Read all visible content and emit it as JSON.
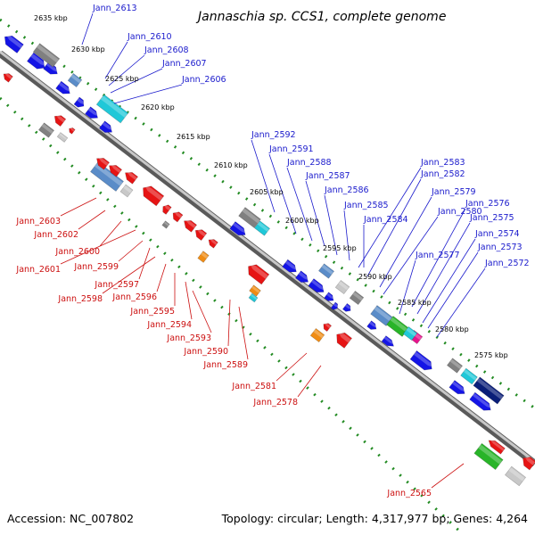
{
  "title": "Jannaschia sp. CCS1, complete genome",
  "footer": {
    "accession": "Accession: NC_007802",
    "stats": "Topology: circular; Length: 4,317,977 bp; Genes: 4,264"
  },
  "colors": {
    "forward_label": "#1a1acc",
    "reverse_label": "#cc1010",
    "backbone": "#8c8c8c",
    "ruler": "#228b22",
    "gene_blue": "#1414e6",
    "gene_red": "#e61414",
    "gene_steel": "#5a8cc8",
    "gene_cyan": "#20c8d8",
    "gene_gray": "#808080",
    "gene_green": "#28b428",
    "gene_orange": "#f08c14",
    "gene_magenta": "#e6148c",
    "gene_navy": "#0a1e78",
    "gene_lightgray": "#c8c8c8"
  },
  "scale_labels": [
    "2635 kbp",
    "2630 kbp",
    "2625 kbp",
    "2620 kbp",
    "2615 kbp",
    "2610 kbp",
    "2605 kbp",
    "2600 kbp",
    "2595 kbp",
    "2590 kbp",
    "2585 kbp",
    "2580 kbp",
    "2575 kbp"
  ],
  "forward_genes": [
    "Jann_2613",
    "Jann_2610",
    "Jann_2608",
    "Jann_2607",
    "Jann_2606",
    "Jann_2592",
    "Jann_2591",
    "Jann_2588",
    "Jann_2587",
    "Jann_2586",
    "Jann_2585",
    "Jann_2584",
    "Jann_2583",
    "Jann_2582",
    "Jann_2580",
    "Jann_2579",
    "Jann_2577",
    "Jann_2576",
    "Jann_2575",
    "Jann_2574",
    "Jann_2573",
    "Jann_2572"
  ],
  "reverse_genes": [
    "Jann_2603",
    "Jann_2602",
    "Jann_2600",
    "Jann_2601",
    "Jann_2599",
    "Jann_2597",
    "Jann_2598",
    "Jann_2596",
    "Jann_2595",
    "Jann_2594",
    "Jann_2593",
    "Jann_2590",
    "Jann_2589",
    "Jann_2581",
    "Jann_2578",
    "Jann_2565"
  ]
}
